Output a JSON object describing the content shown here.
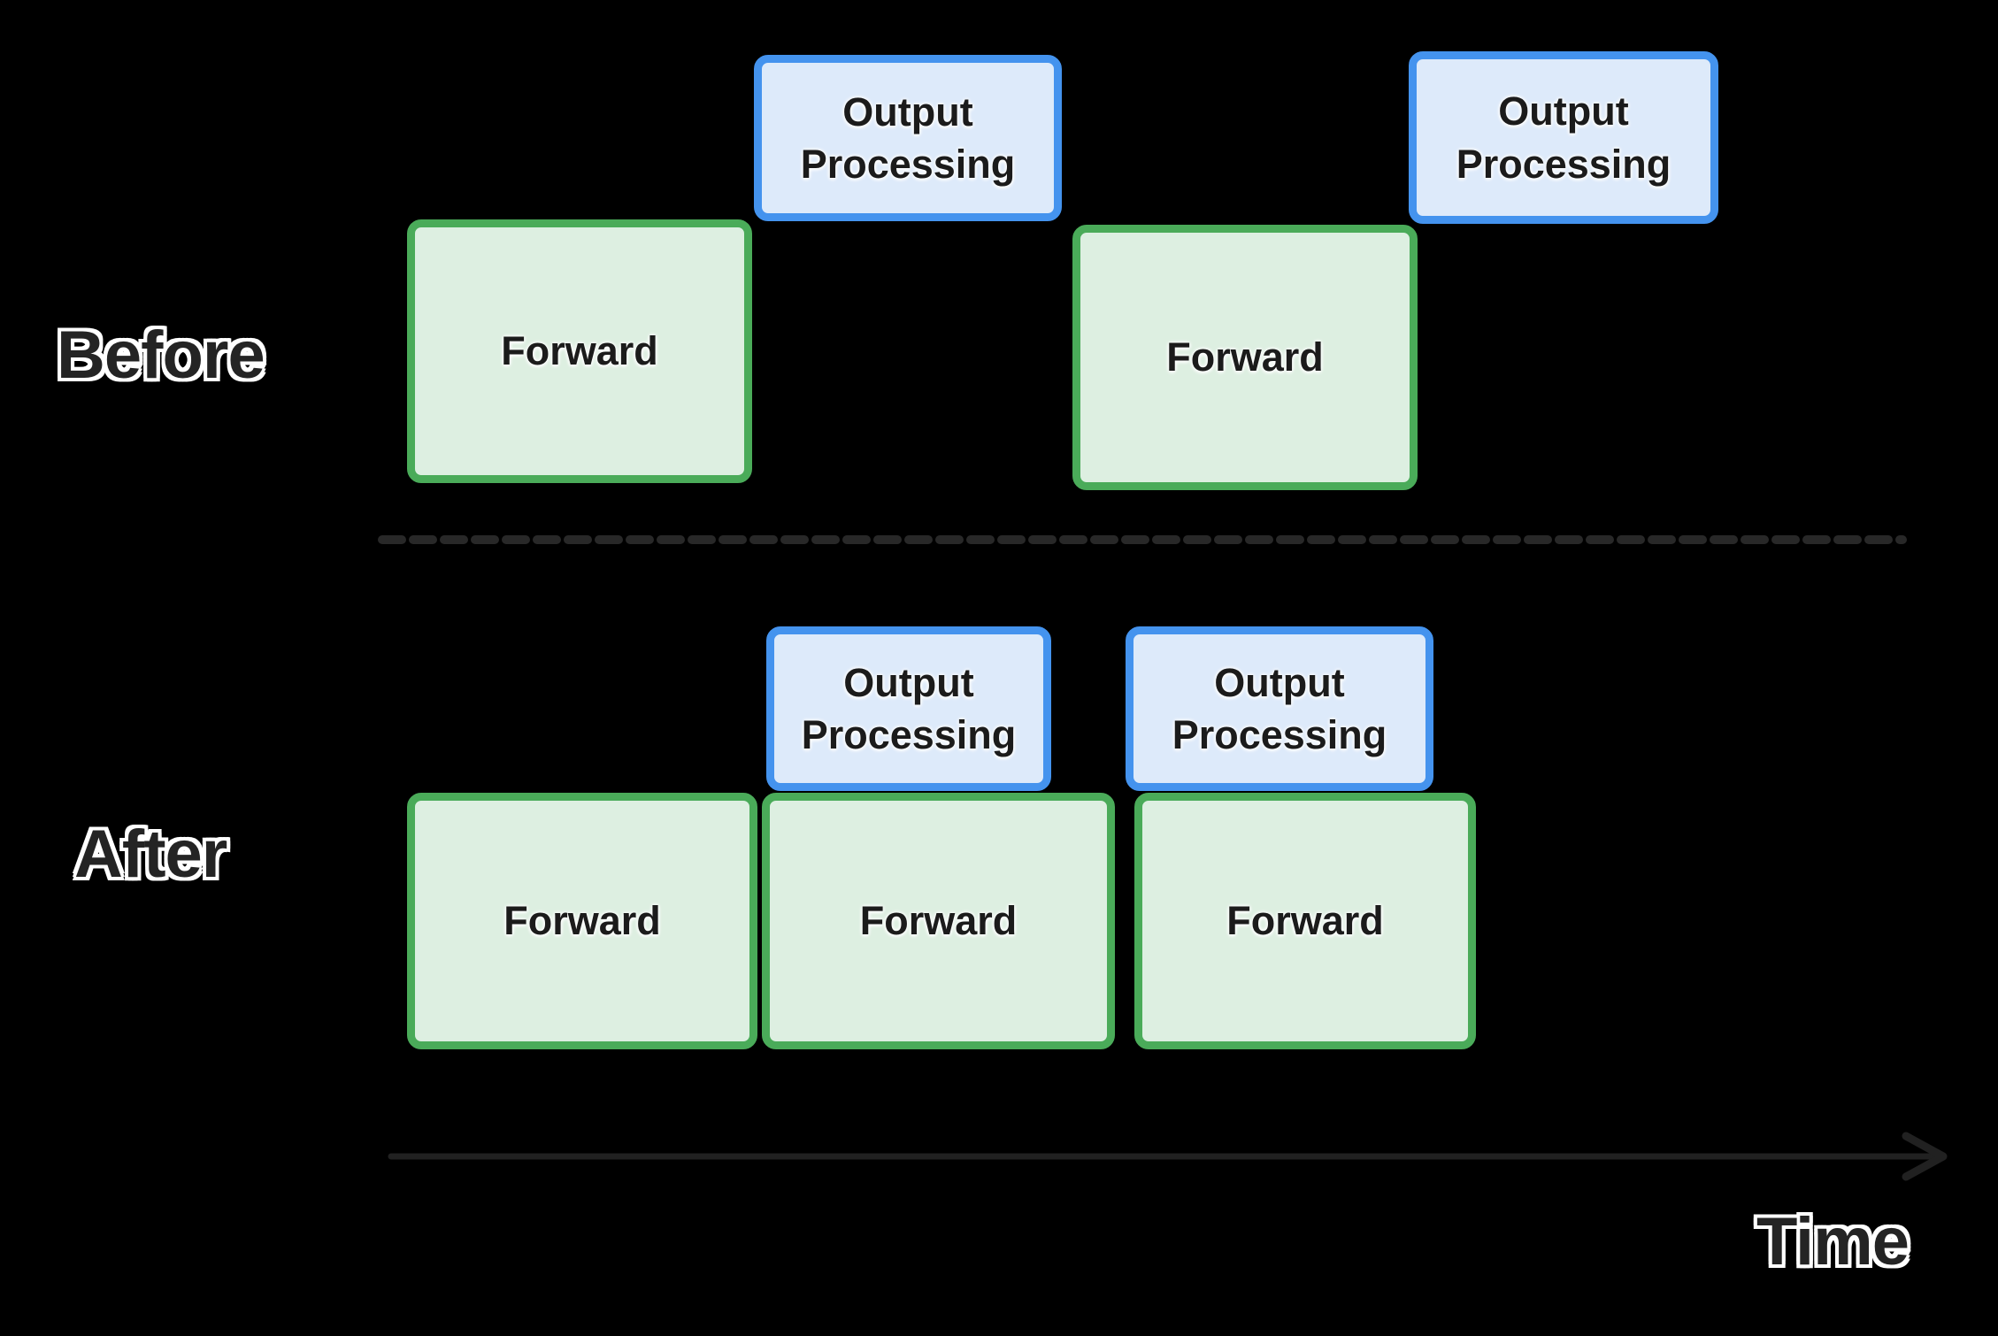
{
  "labels": {
    "before": "Before",
    "after": "After",
    "time": "Time"
  },
  "before_row": {
    "forward_1": "Forward",
    "output_processing_1": "Output Processing",
    "forward_2": "Forward",
    "output_processing_2": "Output Processing"
  },
  "after_row": {
    "output_processing_1": "Output Processing",
    "output_processing_2": "Output Processing",
    "forward_1": "Forward",
    "forward_2": "Forward",
    "forward_3": "Forward"
  },
  "colors": {
    "background": "#000000",
    "forward_box_fill": "#ddefe1",
    "forward_box_border": "#4aab59",
    "output_box_fill": "#ddeafa",
    "output_box_border": "#4493ee",
    "box_text": "#1b1b1b",
    "divider_dash": "#282828",
    "time_arrow": "#212121",
    "section_label_fill": "#242424",
    "section_label_outline": "#ffffff"
  }
}
